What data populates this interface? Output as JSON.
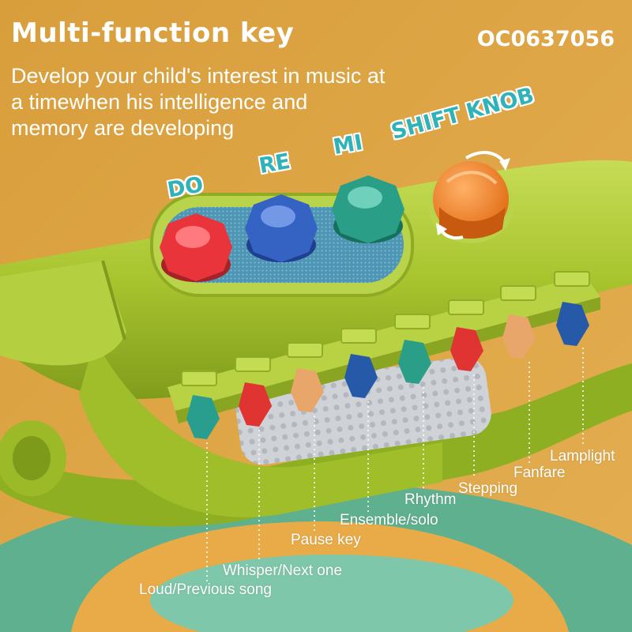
{
  "header": {
    "title": "Multi-function key",
    "sku": "OC0637056",
    "description": "Develop your child's interest in music at a timewhen his intelligence and memory are developing"
  },
  "top_buttons": [
    {
      "label": "DO",
      "color": "#e8343a"
    },
    {
      "label": "RE",
      "color": "#3463c4"
    },
    {
      "label": "MI",
      "color": "#2a9e86"
    }
  ],
  "knob": {
    "label": "SHIFT KNOB",
    "color": "#f07a25"
  },
  "function_keys": [
    {
      "label": "Loud/Previous song",
      "color": "#2a9e8e"
    },
    {
      "label": "Whisper/Next one",
      "color": "#e03432"
    },
    {
      "label": "Pause key",
      "color": "#e9a66b"
    },
    {
      "label": "Ensemble/solo",
      "color": "#265aa8"
    },
    {
      "label": "Rhythm",
      "color": "#2a9e86"
    },
    {
      "label": "Stepping",
      "color": "#e03432"
    },
    {
      "label": "Fanfare",
      "color": "#e9a66b"
    },
    {
      "label": "Lamplight",
      "color": "#265aa8"
    }
  ],
  "palette": {
    "background": "#dca544",
    "toy_green": "#a6c42d",
    "label_teal": "#2fb3b9",
    "mat_green": "#6cbc9a"
  }
}
